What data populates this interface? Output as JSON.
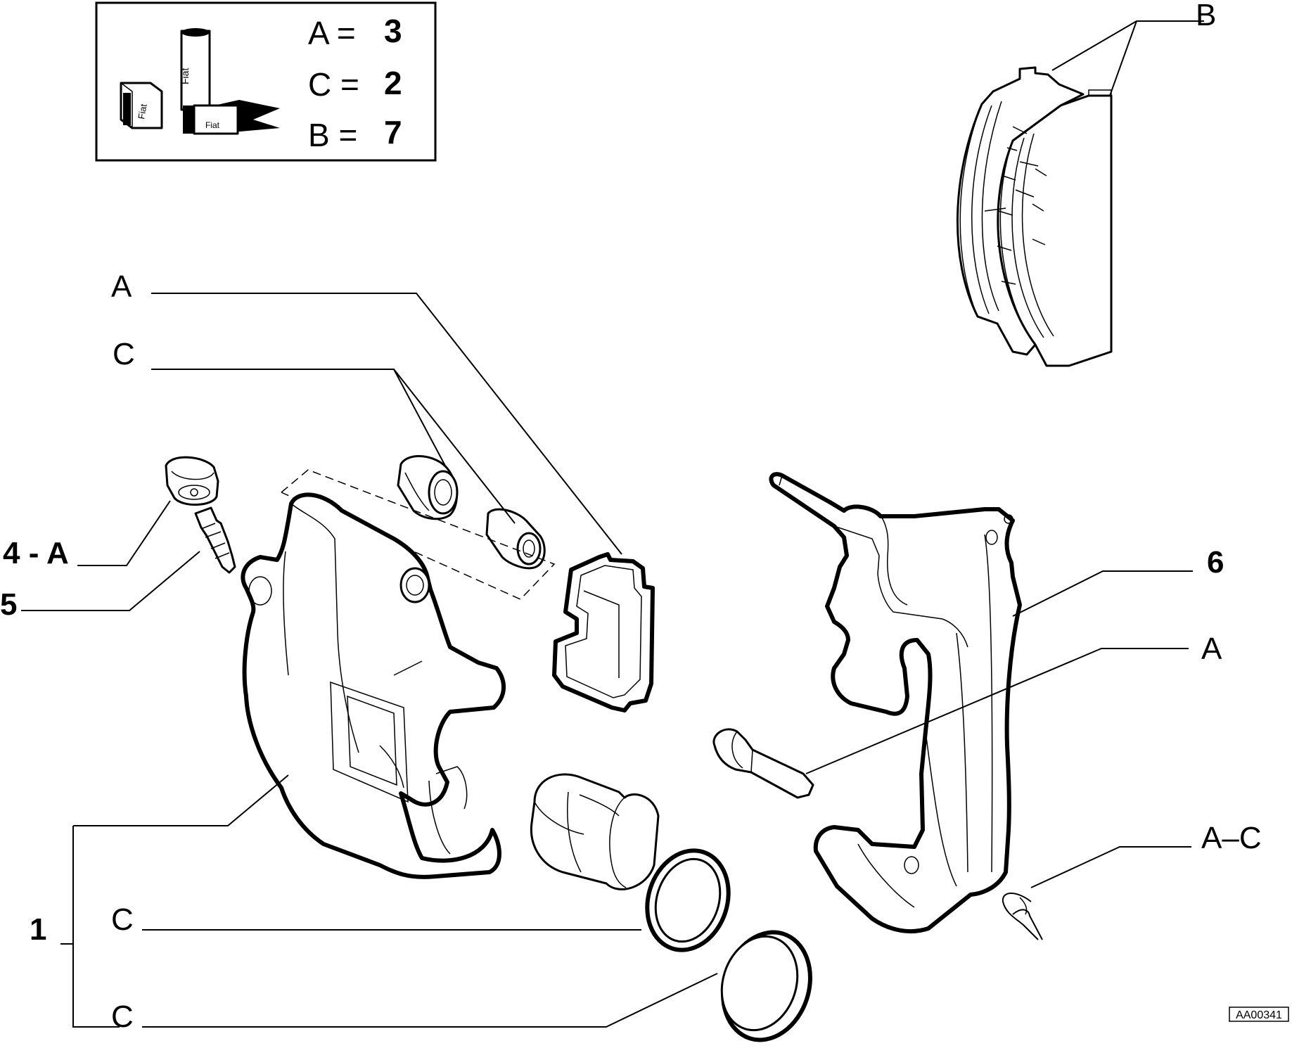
{
  "legend": {
    "rows": [
      {
        "key": "A =",
        "value": "3"
      },
      {
        "key": "C =",
        "value": "2"
      },
      {
        "key": "B =",
        "value": "7"
      }
    ],
    "icon_name": "lubricant-products-icon"
  },
  "callouts": {
    "b_top": "B",
    "a_pad_clip": "A",
    "c_bushings": "C",
    "four_a": "4 - A",
    "five": "5",
    "six": "6",
    "a_pin": "A",
    "a_c": "A–C",
    "one": "1",
    "c_seal": "C",
    "c_boot": "C"
  },
  "drawing_code": "AA00341"
}
